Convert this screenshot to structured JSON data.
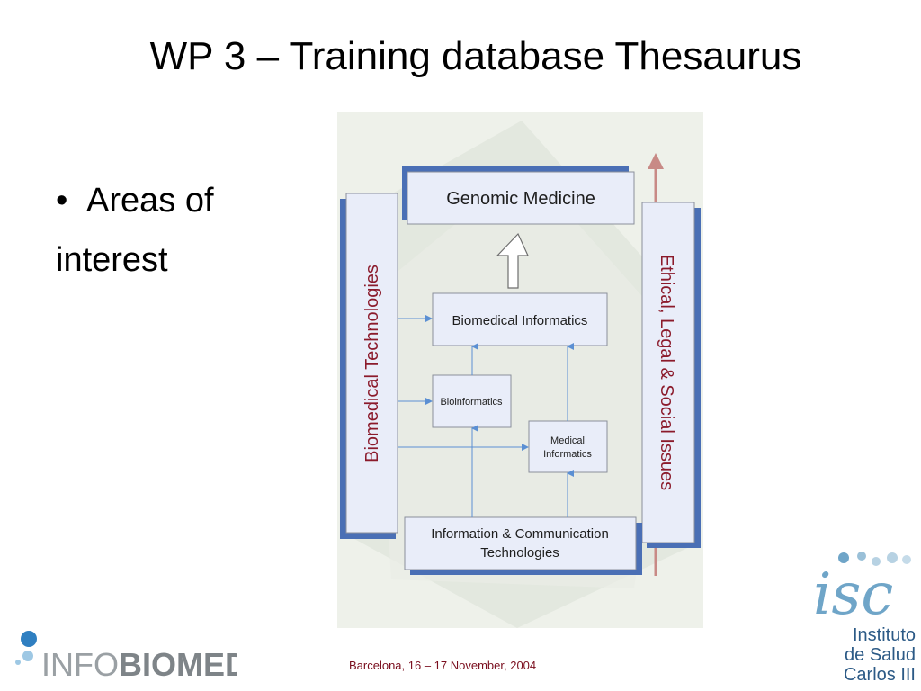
{
  "slide": {
    "title": "WP 3 – Training database Thesaurus",
    "bullet_marker": "•",
    "bullet_line1": "Areas of",
    "bullet_line2": "interest",
    "footer": "Barcelona, 16 – 17 November, 2004"
  },
  "diagram": {
    "top_box": "Genomic Medicine",
    "left_bar": "Biomedical Technologies",
    "right_bar": "Ethical, Legal & Social Issues",
    "biomedical_informatics": "Biomedical Informatics",
    "bioinformatics": "Bioinformatics",
    "medical_informatics_line1": "Medical",
    "medical_informatics_line2": "Informatics",
    "ict_line1": "Information & Communication",
    "ict_line2": "Technologies"
  },
  "logos": {
    "infobiomed_part1": "INFO",
    "infobiomed_part2": "BIOMED",
    "isc_mark": "isc",
    "isc_line1": "Instituto",
    "isc_line2": "de Salud",
    "isc_line3": "Carlos III"
  },
  "colors": {
    "box_fill": "#e9edf9",
    "box_shadow": "#4a6fb5",
    "arrow": "#5b8fd3",
    "elsi_text": "#8b1a2b",
    "footer_text": "#7a0e1e",
    "isc_blue": "#6fa5c8",
    "isc_text": "#2c5a86"
  }
}
